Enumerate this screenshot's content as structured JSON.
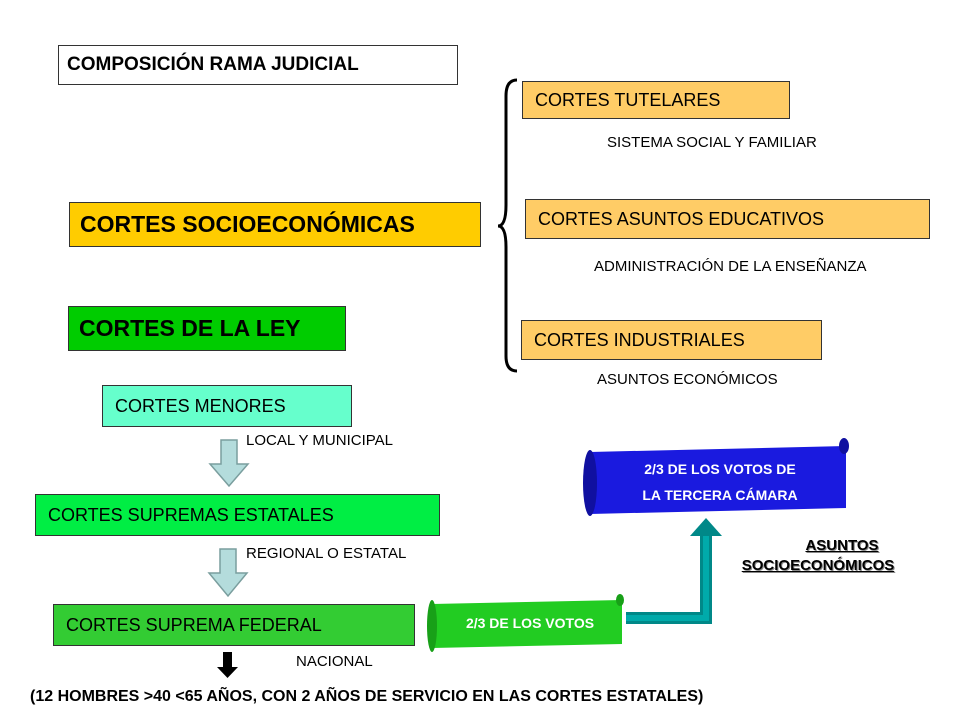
{
  "title": "COMPOSICIÓN RAMA JUDICIAL",
  "main_branches": {
    "socioeconomic": "CORTES SOCIOECONÓMICAS",
    "law": "CORTES DE LA LEY"
  },
  "socioeconomic_courts": [
    {
      "name": "CORTES TUTELARES",
      "scope": "SISTEMA SOCIAL Y FAMILIAR"
    },
    {
      "name": "CORTES ASUNTOS EDUCATIVOS",
      "scope": "ADMINISTRACIÓN DE LA ENSEÑANZA"
    },
    {
      "name": "CORTES INDUSTRIALES",
      "scope": "ASUNTOS ECONÓMICOS"
    }
  ],
  "law_courts": [
    {
      "name": "CORTES MENORES",
      "scope": "LOCAL Y MUNICIPAL"
    },
    {
      "name": "CORTES SUPREMAS ESTATALES",
      "scope": "REGIONAL O ESTATAL"
    },
    {
      "name": "CORTES SUPREMA FEDERAL",
      "scope": "NACIONAL"
    }
  ],
  "vote_scrolls": {
    "federal": "2/3 DE LOS VOTOS",
    "third_chamber_line1": "2/3 DE LOS VOTOS DE",
    "third_chamber_line2": "LA TERCERA CÁMARA"
  },
  "socio_matters_line1": "ASUNTOS",
  "socio_matters_line2": "SOCIOECONÓMICOS",
  "footnote": "(12 HOMBRES >40 <65 AÑOS, CON 2 AÑOS DE SERVICIO EN LAS CORTES ESTATALES)",
  "colors": {
    "socio_box": "#ffcc00",
    "law_box": "#00cc00",
    "socio_sub_boxes": "#ffcc66",
    "menores": "#66ffcc",
    "supremas_estatales": "#00ee44",
    "suprema_federal": "#33cc33",
    "scroll_green": "#22cc22",
    "scroll_blue": "#1a1adf",
    "teal_arrow": "#008888",
    "down_arrow_fill": "#b4dcdc"
  }
}
